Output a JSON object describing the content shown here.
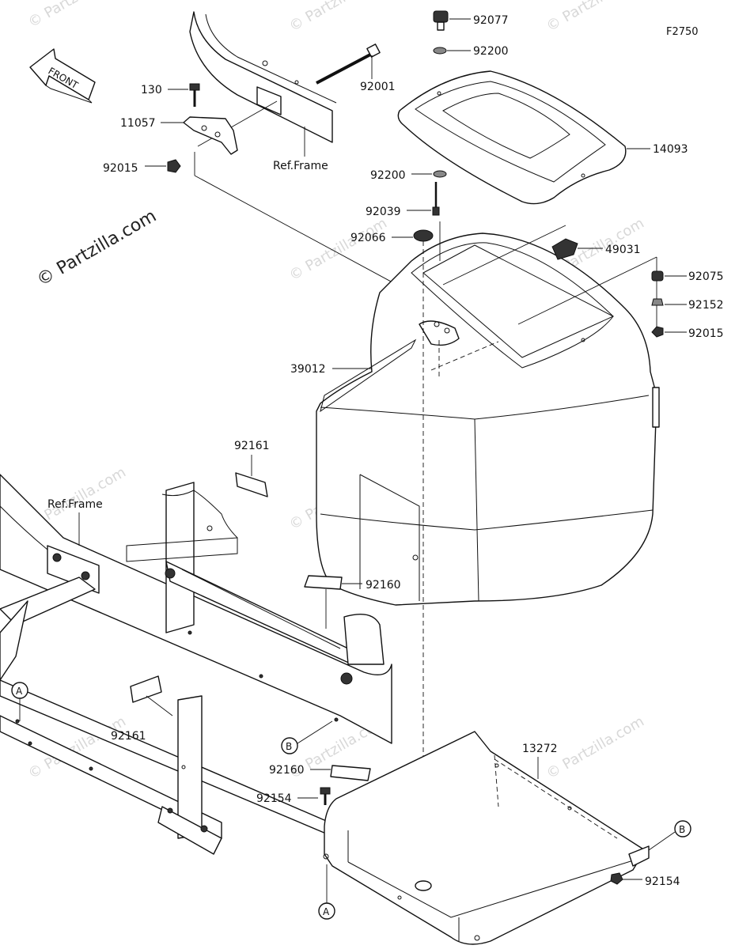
{
  "figure_code": "F2750",
  "front_label": "FRONT",
  "copyright": "© Partzilla.com",
  "watermark": "© Partzilla.com",
  "ref_frame_top": "Ref.Frame",
  "ref_frame_left": "Ref.Frame",
  "callouts": {
    "a": "A",
    "b": "B"
  },
  "parts": {
    "p92077": "92077",
    "p92200_top": "92200",
    "p92001": "92001",
    "p130": "130",
    "p11057": "11057",
    "p92015_top": "92015",
    "p14093": "14093",
    "p92200_mid": "92200",
    "p92039": "92039",
    "p92066": "92066",
    "p49031": "49031",
    "p92075": "92075",
    "p92152": "92152",
    "p92015_right": "92015",
    "p39012": "39012",
    "p92161_top": "92161",
    "p92160_mid": "92160",
    "p92161_bottom": "92161",
    "p92160_bottom": "92160",
    "p13272": "13272",
    "p92154_left": "92154",
    "p92154_right": "92154"
  }
}
